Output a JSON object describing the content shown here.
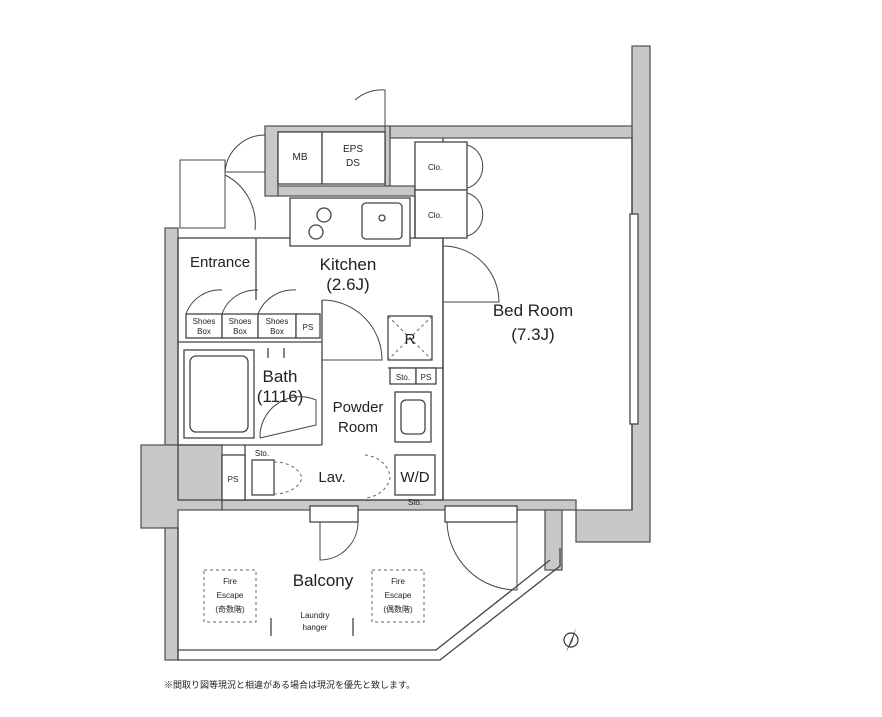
{
  "rooms": {
    "bed_room": {
      "label": "Bed Room",
      "size": "(7.3J)"
    },
    "kitchen": {
      "label": "Kitchen",
      "size": "(2.6J)"
    },
    "bath": {
      "label": "Bath",
      "size": "(1116)"
    },
    "powder_room": {
      "line1": "Powder",
      "line2": "Room"
    },
    "entrance": {
      "label": "Entrance"
    },
    "balcony": {
      "label": "Balcony"
    },
    "lav": {
      "label": "Lav."
    }
  },
  "fixtures": {
    "mb": "MB",
    "eps": "EPS",
    "ds": "DS",
    "closet": "Clo.",
    "shoes_top": "Shoes",
    "shoes_bottom": "Box",
    "ps": "PS",
    "refrigerator": "R",
    "storage": "Sto.",
    "washer_dryer": "W/D",
    "laundry_line1": "Laundry",
    "laundry_line2": "hanger",
    "fire_escape_line1": "Fire",
    "fire_escape_line2": "Escape",
    "fire_escape_odd": "(奇数階)",
    "fire_escape_even": "(偶数階)"
  },
  "footnote": "※間取り図等現況と相違がある場合は現況を優先と致します。",
  "icons": {
    "north_arrow": "north-arrow-icon"
  }
}
